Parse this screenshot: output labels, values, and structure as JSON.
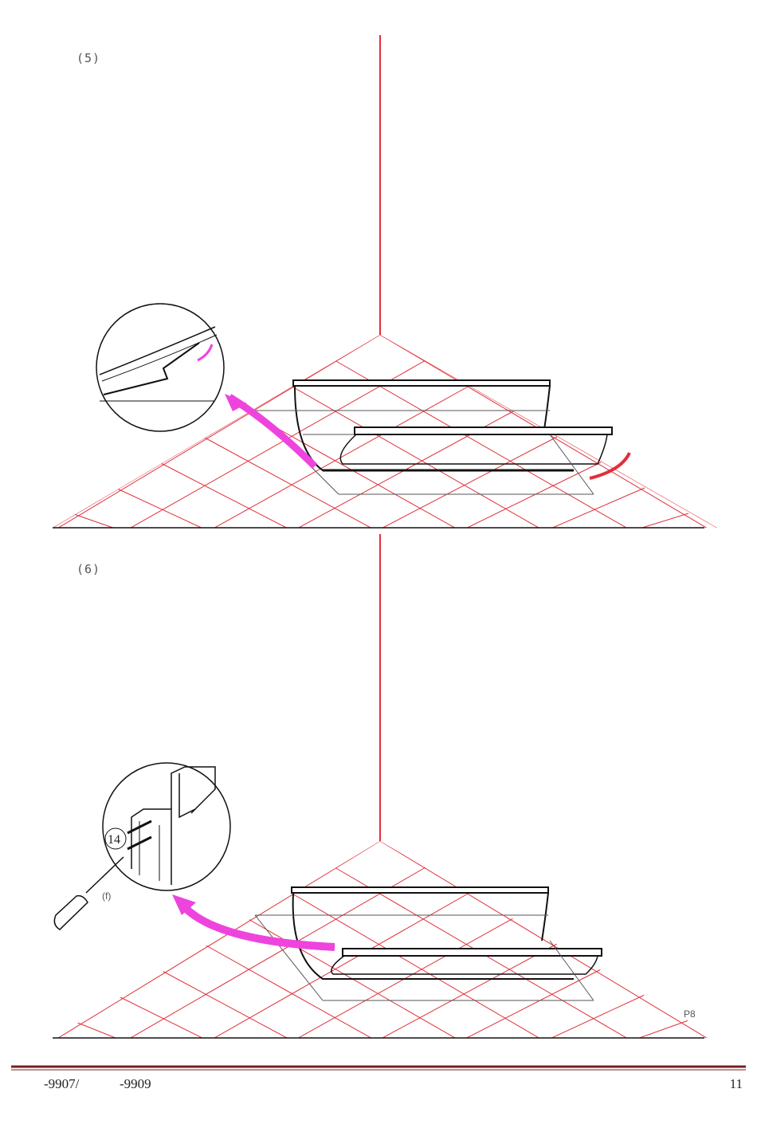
{
  "steps": [
    {
      "label": "(5)"
    },
    {
      "label": "(6)"
    }
  ],
  "callouts": {
    "part_number": "14",
    "screw_label": "(f)",
    "figure_ref": "P8"
  },
  "footer": {
    "model_left": "-9907/",
    "model_right": "-9909",
    "page_number": "11"
  },
  "colors": {
    "grid_red": "#e0303a",
    "arrow_magenta": "#ee44dd",
    "footer_rule": "#7a1f1f"
  },
  "icons": [
    "magnifier-detail-circle",
    "curved-arrow",
    "screwdriver-icon"
  ]
}
